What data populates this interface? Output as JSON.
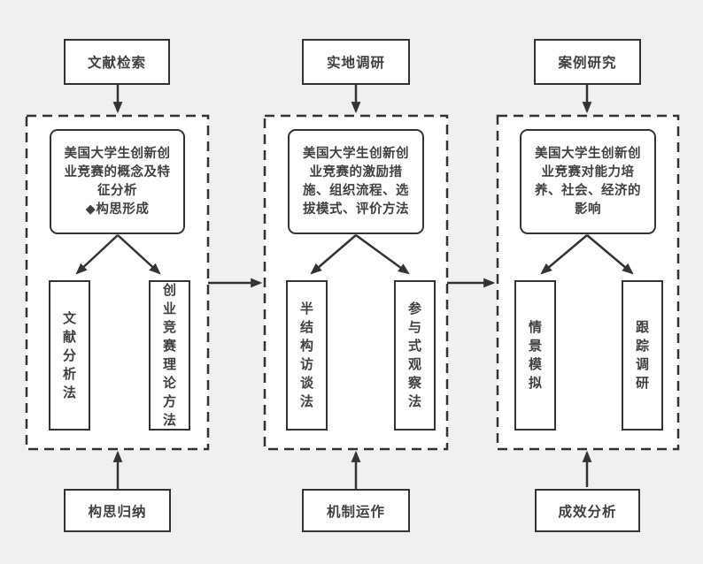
{
  "diagram_title": "research-methods-flowchart",
  "colors": {
    "page_background": "#f0f0f0",
    "box_background": "#ffffff",
    "line_color": "#333333",
    "text_color": "#404040"
  },
  "columns": [
    {
      "top": "文献检索",
      "content": "美国大学生创新创\n业竞赛的概念及特\n征分析\n◆构思形成",
      "left_method": "文献分析法",
      "right_method": "创业竞赛理论方法",
      "bottom": "构思归纳"
    },
    {
      "top": "实地调研",
      "content": "美国大学生创新创\n业竞赛的激励措\n施、组织流程、选\n拔模式、评价方法",
      "left_method": "半结构访谈法",
      "right_method": "参与式观察法",
      "bottom": "机制运作"
    },
    {
      "top": "案例研究",
      "content": "美国大学生创新创\n业竞赛对能力培\n养、社会、经济的\n影响",
      "left_method": "情景模拟",
      "right_method": "跟踪调研",
      "bottom": "成效分析"
    }
  ]
}
